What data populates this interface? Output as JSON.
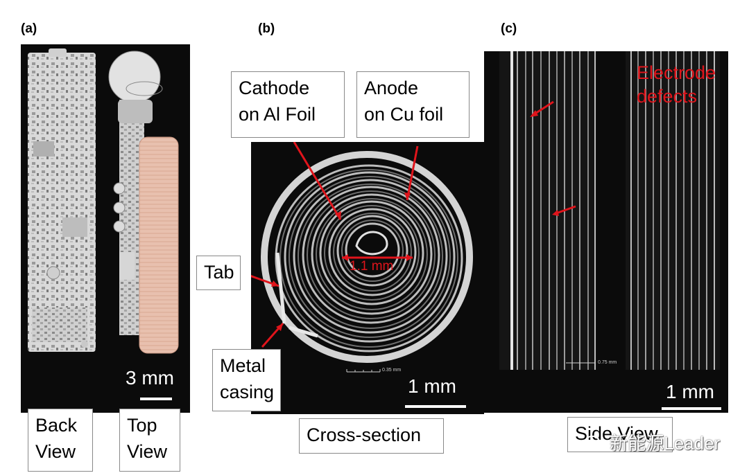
{
  "panels": {
    "a": {
      "letter": "(a)",
      "scale": "3 mm",
      "labels": {
        "back_line1": "Back",
        "back_line2": "View",
        "top_line1": "Top",
        "top_line2": "View"
      }
    },
    "b": {
      "letter": "(b)",
      "scale": "1 mm",
      "small_scale": "0.35 mm",
      "measurement": "1.1 mm",
      "labels": {
        "cathode_line1": "Cathode",
        "cathode_line2": "on Al Foil",
        "anode_line1": "Anode",
        "anode_line2": "on Cu foil",
        "tab": "Tab",
        "casing_line1": "Metal",
        "casing_line2": "casing",
        "cross_section": "Cross-section"
      }
    },
    "c": {
      "letter": "(c)",
      "scale": "1 mm",
      "small_scale": "0.75 mm",
      "annotation_line1": "Electrode",
      "annotation_line2": "defects",
      "labels": {
        "side_view": "Side View"
      }
    }
  },
  "watermark": {
    "text": "新能源Leader",
    "icon": "wechat-icon"
  },
  "colors": {
    "background": "#0b0b0b",
    "annotation": "#e0141b",
    "battery": "#e6bba9",
    "label_border": "#888888"
  }
}
